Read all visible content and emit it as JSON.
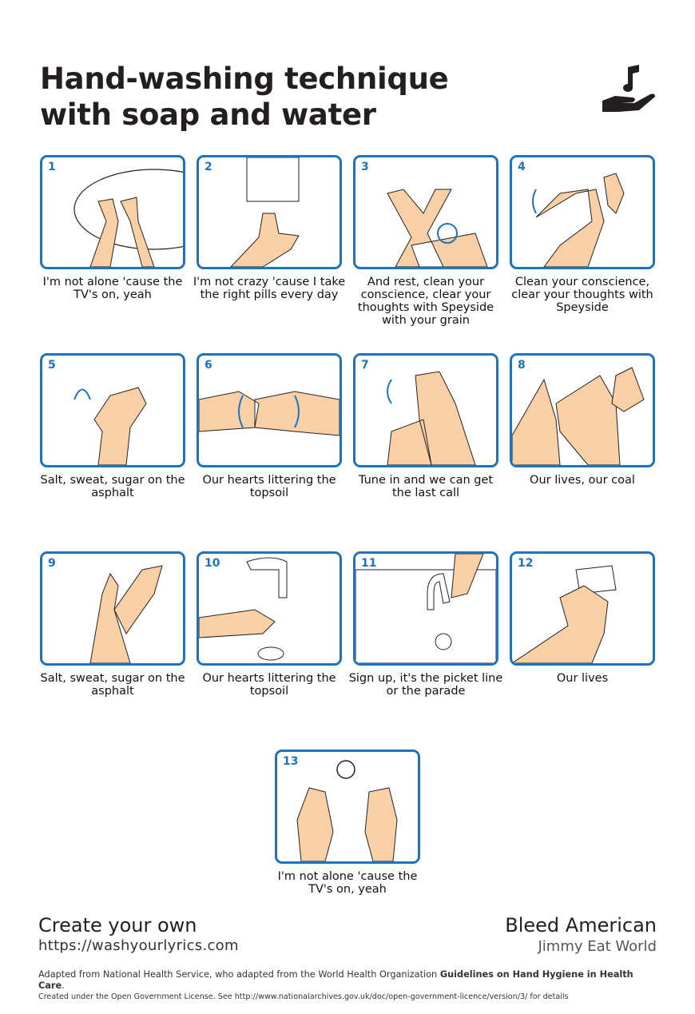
{
  "title_line1": "Hand-washing technique",
  "title_line2": "with soap and water",
  "logo_icon": "hand-with-music-note-icon",
  "colors": {
    "accent": "#1f73bd",
    "skin": "#f9cfa5",
    "text": "#231f20"
  },
  "steps": [
    {
      "number": "1",
      "caption": "I'm not alone 'cause the TV's on, yeah"
    },
    {
      "number": "2",
      "caption": "I'm not crazy 'cause I take the right pills every day"
    },
    {
      "number": "3",
      "caption": "And rest, clean your conscience, clear your thoughts with Speyside with your grain"
    },
    {
      "number": "4",
      "caption": "Clean your conscience, clear your thoughts with Speyside"
    },
    {
      "number": "5",
      "caption": "Salt, sweat, sugar on the asphalt"
    },
    {
      "number": "6",
      "caption": "Our hearts littering the topsoil"
    },
    {
      "number": "7",
      "caption": "Tune in and we can get the last call"
    },
    {
      "number": "8",
      "caption": "Our lives, our coal"
    },
    {
      "number": "9",
      "caption": "Salt, sweat, sugar on the asphalt"
    },
    {
      "number": "10",
      "caption": "Our hearts littering the topsoil"
    },
    {
      "number": "11",
      "caption": "Sign up, it's the picket line or the parade"
    },
    {
      "number": "12",
      "caption": "Our lives"
    },
    {
      "number": "13",
      "caption": "I'm not alone 'cause the TV's on, yeah"
    }
  ],
  "footer": {
    "create": "Create your own",
    "url": "https://washyourlyrics.com",
    "song": "Bleed American",
    "artist": "Jimmy Eat World",
    "adapted_prefix": "Adapted from National Health Service, who adapted from the World Health Organization ",
    "adapted_bold": "Guidelines on Hand Hygiene in Health Care",
    "adapted_suffix": ".",
    "license": "Created under the Open Government License. See http://www.nationalarchives.gov.uk/doc/open-government-licence/version/3/ for details"
  }
}
